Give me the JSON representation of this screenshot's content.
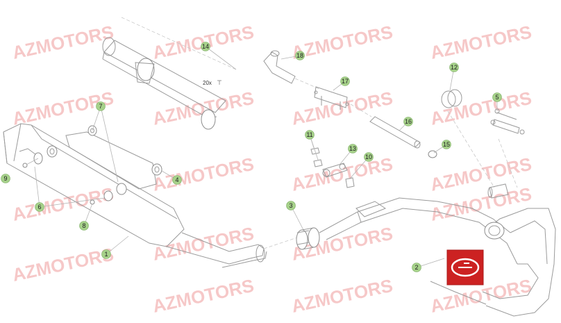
{
  "watermark_text": "AZMOTORS",
  "note": "20x",
  "callouts": [
    "1",
    "2",
    "3",
    "4",
    "5",
    "6",
    "7",
    "8",
    "9",
    "10",
    "11",
    "12",
    "13",
    "14",
    "15",
    "16",
    "17",
    "18"
  ],
  "colors": {
    "callout_fill": "#a6d18a",
    "watermark": "#ee9a9a",
    "logo_red": "#cc2222"
  }
}
